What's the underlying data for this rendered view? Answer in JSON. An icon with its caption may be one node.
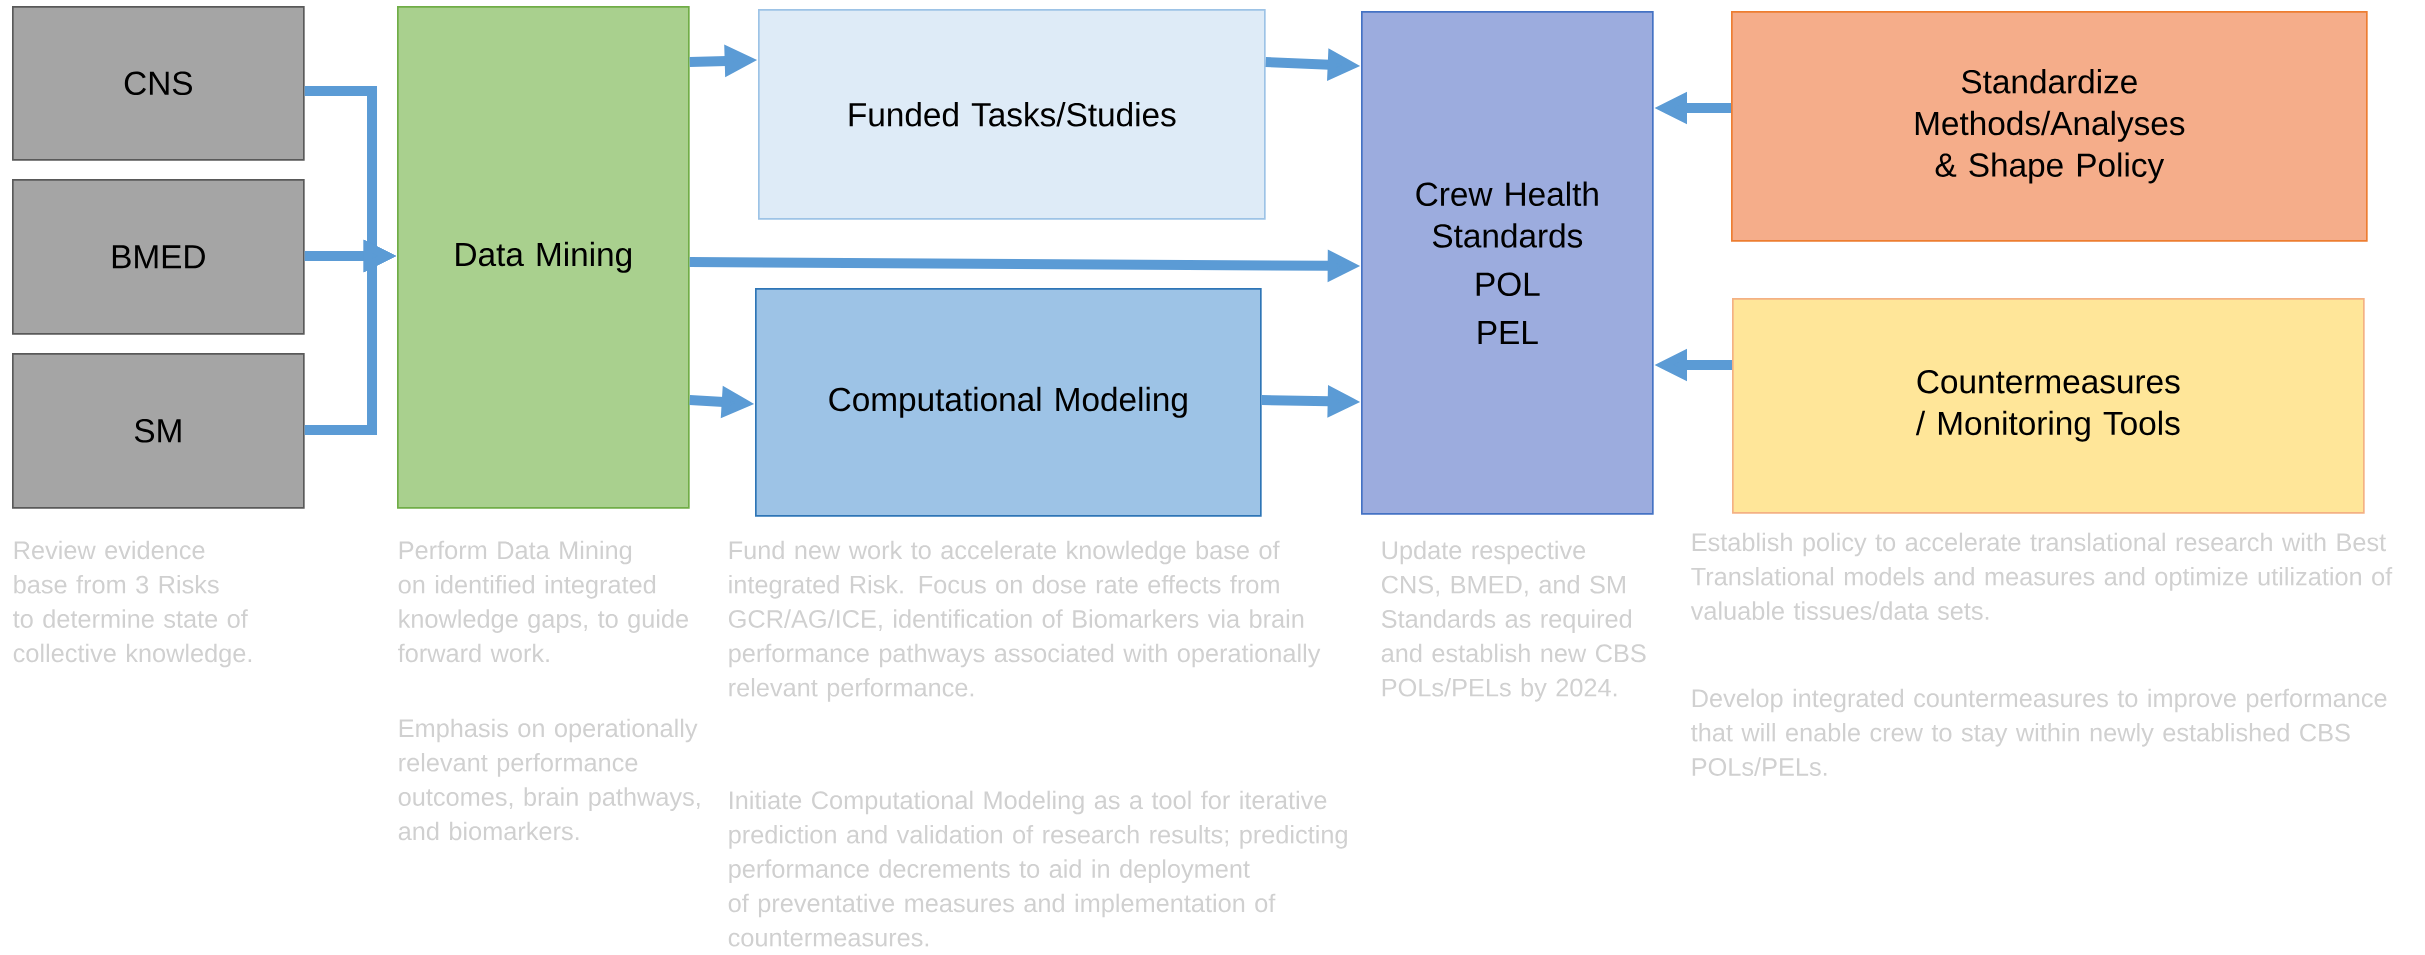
{
  "diagram": {
    "nodes": [
      {
        "text": [
          "CNS"
        ]
      },
      {
        "text": [
          "BMED"
        ]
      },
      {
        "text": [
          "SM"
        ]
      },
      {
        "text": [
          "Data Mining"
        ]
      },
      {
        "text": [
          "Funded Tasks/Studies"
        ]
      },
      {
        "text": [
          "Computational Modeling"
        ]
      },
      {
        "text": [
          "Crew Health Standards",
          "POL",
          "PEL"
        ]
      },
      {
        "text": [
          "Standardize Methods/Analyses & Shape Policy"
        ]
      },
      {
        "text": [
          "Countermeasures / Monitoring Tools"
        ]
      }
    ],
    "edges": [
      {
        "from": 0,
        "to": 3,
        "arrow": "to"
      },
      {
        "from": 1,
        "to": 3,
        "arrow": "to"
      },
      {
        "from": 2,
        "to": 3,
        "arrow": "to"
      },
      {
        "from": 3,
        "to": 4,
        "arrow": "to"
      },
      {
        "from": 3,
        "to": 6,
        "arrow": "to"
      },
      {
        "from": 3,
        "to": 5,
        "arrow": "to"
      },
      {
        "from": 4,
        "to": 6,
        "arrow": "to"
      },
      {
        "from": 5,
        "to": 6,
        "arrow": "to"
      },
      {
        "from": 7,
        "to": 6,
        "arrow": "to"
      },
      {
        "from": 8,
        "to": 6,
        "arrow": "to"
      }
    ],
    "labels": [
      "Review evidence base from 3 Risks to determine state of collective knowledge.",
      "Perform Data Mining on identified integrated knowledge gaps, to guide forward work.",
      "Emphasis on operationally relevant performance outcomes, brain pathways, and biomarkers.",
      "Fund new work to accelerate knowledge base of integrated Risk. Focus on dose rate effects from GCR/AG/ICE,  identification of Biomarkers via brain performance pathways associated with operationally relevant performance.",
      "Initiate Computational Modeling as a tool for iterative prediction and validation of research results; predicting performance decrements to aid in deployment of preventative measures and implementation of countermeasures.",
      "Update respective CNS, BMED, and SM Standards as required and establish new CBS POLs/PELs by 2024.",
      "Establish policy to accelerate translational research with Best Translational models and measures and optimize utilization of valuable tissues/data sets.",
      "Develop integrated countermeasures to improve performance that will enable crew to stay within newly established CBS POLs/PELs."
    ]
  }
}
